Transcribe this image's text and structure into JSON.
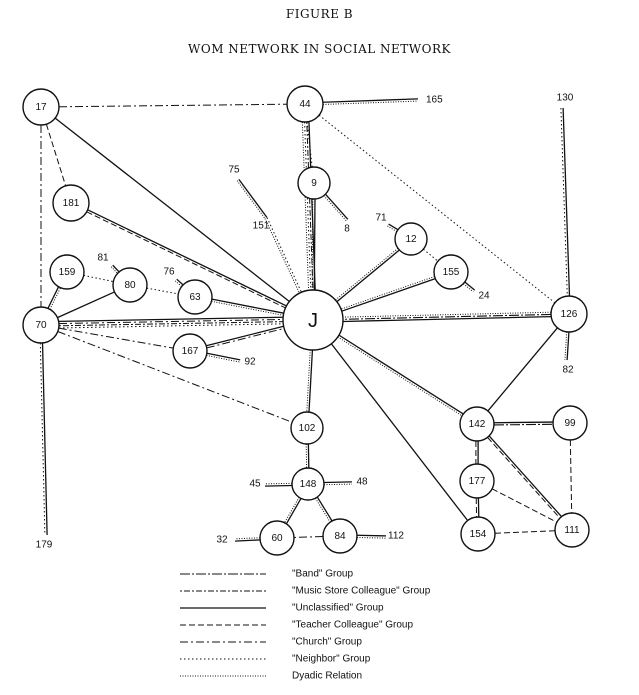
{
  "figure": {
    "label": "FIGURE B",
    "title": "WOM NETWORK IN SOCIAL NETWORK"
  },
  "nodes": [
    {
      "id": "J",
      "label": "J",
      "center": true
    },
    {
      "id": "17",
      "label": "17"
    },
    {
      "id": "44",
      "label": "44"
    },
    {
      "id": "9",
      "label": "9"
    },
    {
      "id": "181",
      "label": "181"
    },
    {
      "id": "12",
      "label": "12"
    },
    {
      "id": "155",
      "label": "155"
    },
    {
      "id": "126",
      "label": "126"
    },
    {
      "id": "159",
      "label": "159"
    },
    {
      "id": "80",
      "label": "80"
    },
    {
      "id": "63",
      "label": "63"
    },
    {
      "id": "70",
      "label": "70"
    },
    {
      "id": "167",
      "label": "167"
    },
    {
      "id": "102",
      "label": "102"
    },
    {
      "id": "148",
      "label": "148"
    },
    {
      "id": "60",
      "label": "60"
    },
    {
      "id": "84",
      "label": "84"
    },
    {
      "id": "142",
      "label": "142"
    },
    {
      "id": "99",
      "label": "99"
    },
    {
      "id": "177",
      "label": "177"
    },
    {
      "id": "154",
      "label": "154"
    },
    {
      "id": "111",
      "label": "111"
    }
  ],
  "external_nodes": [
    {
      "id": "165",
      "label": "165"
    },
    {
      "id": "130",
      "label": "130"
    },
    {
      "id": "75",
      "label": "75"
    },
    {
      "id": "151",
      "label": "151"
    },
    {
      "id": "8",
      "label": "8"
    },
    {
      "id": "71",
      "label": "71"
    },
    {
      "id": "24",
      "label": "24"
    },
    {
      "id": "82",
      "label": "82"
    },
    {
      "id": "81",
      "label": "81"
    },
    {
      "id": "76",
      "label": "76"
    },
    {
      "id": "92",
      "label": "92"
    },
    {
      "id": "179",
      "label": "179"
    },
    {
      "id": "45",
      "label": "45"
    },
    {
      "id": "48",
      "label": "48"
    },
    {
      "id": "32",
      "label": "32"
    },
    {
      "id": "112",
      "label": "112"
    }
  ],
  "edges": [
    {
      "from": "17",
      "to": "44",
      "types": [
        "church"
      ]
    },
    {
      "from": "17",
      "to": "J",
      "types": [
        "unclassified"
      ]
    },
    {
      "from": "17",
      "to": "181",
      "types": [
        "teacher"
      ]
    },
    {
      "from": "17",
      "to": "70",
      "types": [
        "church"
      ]
    },
    {
      "from": "44",
      "to": "165",
      "types": [
        "unclassified",
        "dyadic"
      ]
    },
    {
      "from": "44",
      "to": "J",
      "types": [
        "unclassified",
        "music_store",
        "neighbor",
        "dyadic"
      ]
    },
    {
      "from": "44",
      "to": "9",
      "types": [
        "neighbor"
      ]
    },
    {
      "from": "44",
      "to": "126",
      "types": [
        "neighbor"
      ]
    },
    {
      "from": "130",
      "to": "126",
      "types": [
        "unclassified",
        "neighbor"
      ]
    },
    {
      "from": "75",
      "to": "151",
      "types": [
        "unclassified",
        "dyadic"
      ]
    },
    {
      "from": "151",
      "to": "J",
      "types": [
        "neighbor",
        "dyadic"
      ]
    },
    {
      "from": "9",
      "to": "J",
      "types": [
        "unclassified",
        "dyadic"
      ]
    },
    {
      "from": "9",
      "to": "8",
      "types": [
        "unclassified",
        "dyadic"
      ]
    },
    {
      "from": "181",
      "to": "J",
      "types": [
        "unclassified",
        "teacher"
      ]
    },
    {
      "from": "71",
      "to": "12",
      "types": [
        "unclassified",
        "dyadic"
      ]
    },
    {
      "from": "12",
      "to": "J",
      "types": [
        "unclassified",
        "dyadic"
      ]
    },
    {
      "from": "12",
      "to": "155",
      "types": [
        "neighbor"
      ]
    },
    {
      "from": "155",
      "to": "J",
      "types": [
        "unclassified",
        "dyadic"
      ]
    },
    {
      "from": "155",
      "to": "24",
      "types": [
        "unclassified",
        "dyadic"
      ]
    },
    {
      "from": "126",
      "to": "J",
      "types": [
        "unclassified",
        "band",
        "dyadic"
      ]
    },
    {
      "from": "126",
      "to": "82",
      "types": [
        "unclassified",
        "dyadic"
      ]
    },
    {
      "from": "126",
      "to": "142",
      "types": [
        "unclassified"
      ]
    },
    {
      "from": "70",
      "to": "159",
      "types": [
        "unclassified",
        "dyadic"
      ]
    },
    {
      "from": "159",
      "to": "80",
      "types": [
        "neighbor"
      ]
    },
    {
      "from": "81",
      "to": "80",
      "types": [
        "unclassified",
        "dyadic"
      ]
    },
    {
      "from": "70",
      "to": "80",
      "types": [
        "unclassified"
      ]
    },
    {
      "from": "80",
      "to": "63",
      "types": [
        "neighbor"
      ]
    },
    {
      "from": "76",
      "to": "63",
      "types": [
        "unclassified",
        "dyadic"
      ]
    },
    {
      "from": "63",
      "to": "J",
      "types": [
        "unclassified",
        "dyadic"
      ]
    },
    {
      "from": "70",
      "to": "J",
      "types": [
        "unclassified",
        "church",
        "music_store",
        "neighbor"
      ]
    },
    {
      "from": "70",
      "to": "167",
      "types": [
        "church"
      ]
    },
    {
      "from": "70",
      "to": "102",
      "types": [
        "church"
      ]
    },
    {
      "from": "70",
      "to": "179",
      "types": [
        "unclassified",
        "neighbor"
      ]
    },
    {
      "from": "167",
      "to": "J",
      "types": [
        "unclassified",
        "church"
      ]
    },
    {
      "from": "167",
      "to": "92",
      "types": [
        "unclassified",
        "dyadic"
      ]
    },
    {
      "from": "J",
      "to": "102",
      "types": [
        "unclassified",
        "dyadic"
      ]
    },
    {
      "from": "J",
      "to": "142",
      "types": [
        "unclassified",
        "dyadic"
      ]
    },
    {
      "from": "J",
      "to": "154",
      "types": [
        "unclassified"
      ]
    },
    {
      "from": "102",
      "to": "148",
      "types": [
        "unclassified",
        "dyadic"
      ]
    },
    {
      "from": "148",
      "to": "45",
      "types": [
        "unclassified",
        "dyadic"
      ]
    },
    {
      "from": "148",
      "to": "48",
      "types": [
        "unclassified",
        "dyadic"
      ]
    },
    {
      "from": "148",
      "to": "60",
      "types": [
        "unclassified",
        "dyadic"
      ]
    },
    {
      "from": "148",
      "to": "84",
      "types": [
        "unclassified",
        "dyadic"
      ]
    },
    {
      "from": "60",
      "to": "32",
      "types": [
        "unclassified",
        "dyadic"
      ]
    },
    {
      "from": "84",
      "to": "60",
      "types": [
        "church"
      ]
    },
    {
      "from": "84",
      "to": "112",
      "types": [
        "unclassified",
        "dyadic"
      ]
    },
    {
      "from": "142",
      "to": "99",
      "types": [
        "unclassified",
        "band"
      ]
    },
    {
      "from": "142",
      "to": "177",
      "types": [
        "unclassified",
        "teacher"
      ]
    },
    {
      "from": "142",
      "to": "111",
      "types": [
        "unclassified",
        "teacher"
      ]
    },
    {
      "from": "177",
      "to": "154",
      "types": [
        "unclassified",
        "teacher"
      ]
    },
    {
      "from": "177",
      "to": "111",
      "types": [
        "teacher"
      ]
    },
    {
      "from": "154",
      "to": "111",
      "types": [
        "teacher"
      ]
    },
    {
      "from": "99",
      "to": "111",
      "types": [
        "teacher"
      ]
    }
  ],
  "legend": [
    {
      "type": "band",
      "label": "\"Band\" Group"
    },
    {
      "type": "music_store",
      "label": "\"Music Store Colleague\" Group"
    },
    {
      "type": "unclassified",
      "label": "\"Unclassified\" Group"
    },
    {
      "type": "teacher",
      "label": "\"Teacher Colleague\" Group"
    },
    {
      "type": "church",
      "label": "\"Church\" Group"
    },
    {
      "type": "neighbor",
      "label": "\"Neighbor\" Group"
    },
    {
      "type": "dyadic",
      "label": "Dyadic Relation"
    }
  ]
}
